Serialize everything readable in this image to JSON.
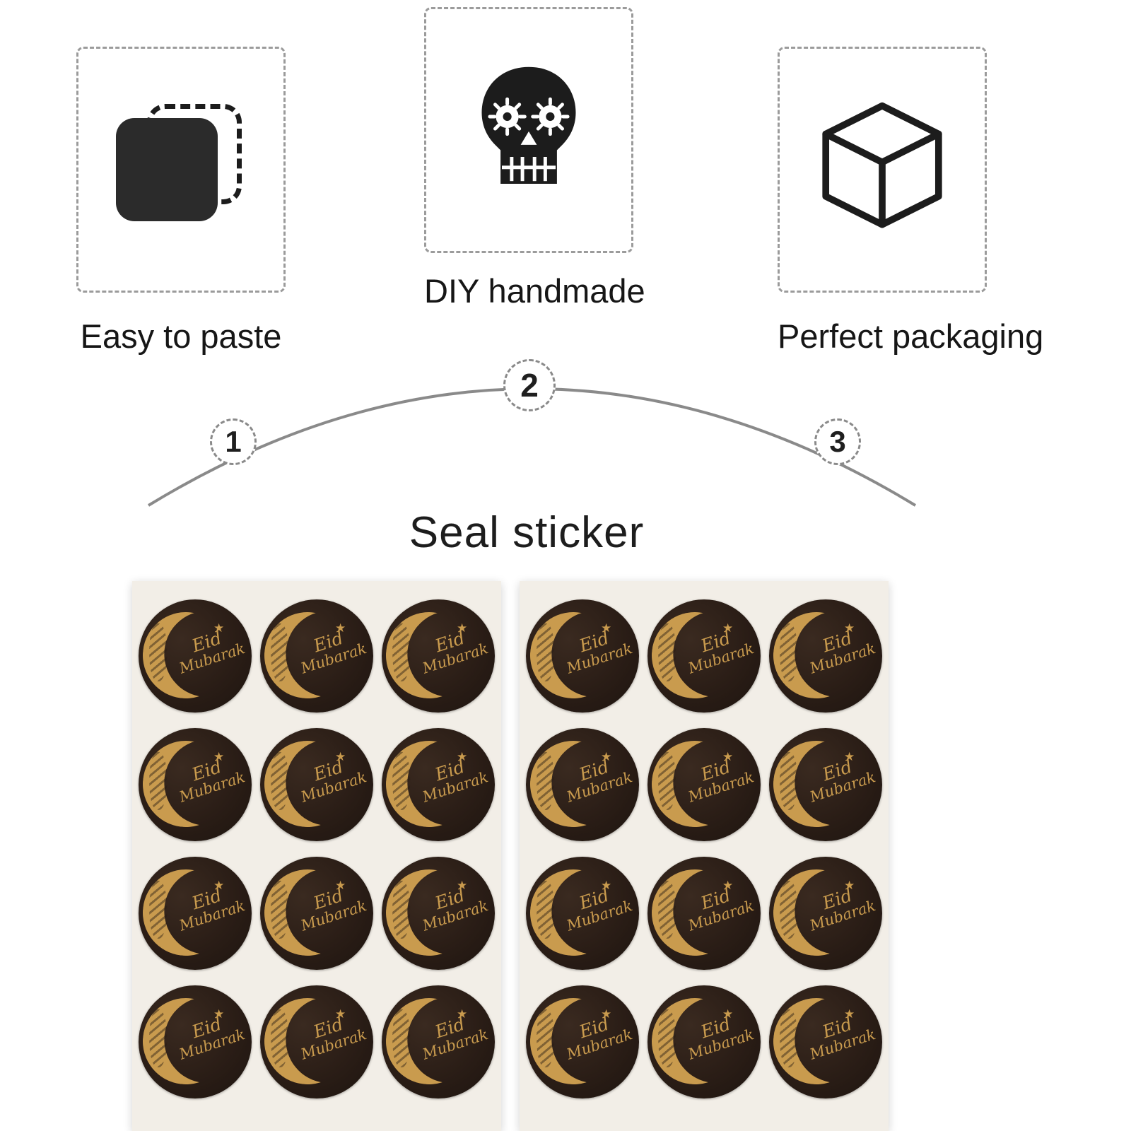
{
  "features": [
    {
      "label": "Easy to paste",
      "icon": "sticker-icon"
    },
    {
      "label": "DIY handmade",
      "icon": "skull-icon"
    },
    {
      "label": "Perfect packaging",
      "icon": "box-icon"
    }
  ],
  "steps": [
    {
      "number": "1"
    },
    {
      "number": "2"
    },
    {
      "number": "3"
    }
  ],
  "section": {
    "title": "Seal sticker"
  },
  "sticker": {
    "line1": "Eid",
    "line2": "Mubarak",
    "star": "★"
  },
  "sheets": {
    "count": 2,
    "rows": 4,
    "cols": 3,
    "stickers_per_sheet": 12
  },
  "colors": {
    "icon": "#1c1c1c",
    "gold": "#c99b4e",
    "sticker_bg": "#271c15",
    "sheet_bg": "#f2eee7",
    "arc": "#8a8a8a"
  }
}
